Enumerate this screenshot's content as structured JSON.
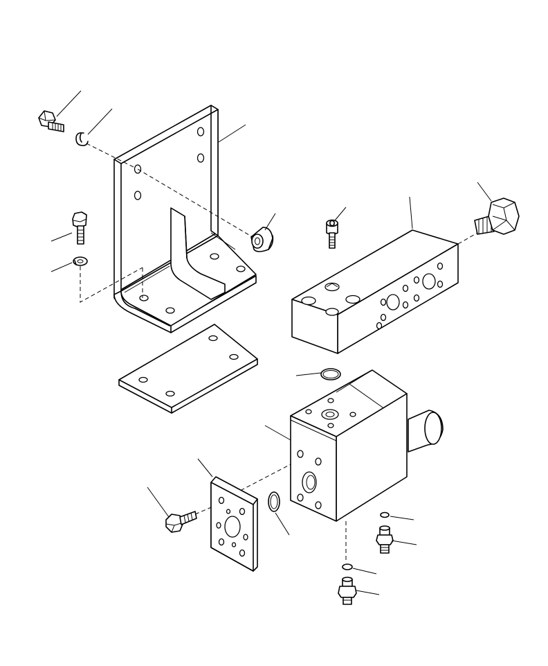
{
  "diagram": {
    "style": "exploded parts view, black line art on white",
    "stroke_color": "#000000",
    "background_color": "#ffffff",
    "parts": [
      {
        "name": "l-bracket",
        "icon": "l-bracket-icon"
      },
      {
        "name": "spacer-plate",
        "icon": "plate-icon"
      },
      {
        "name": "valve-manifold-block",
        "icon": "block-icon"
      },
      {
        "name": "hex-plug",
        "icon": "hex-bolt-icon"
      },
      {
        "name": "socket-head-screw",
        "icon": "socket-screw-icon"
      },
      {
        "name": "valve-body",
        "icon": "valve-body-icon"
      },
      {
        "name": "flange-plate",
        "icon": "flange-icon"
      },
      {
        "name": "flange-bolt",
        "icon": "bolt-icon"
      },
      {
        "name": "o-rings",
        "icon": "o-ring-icon"
      },
      {
        "name": "hose-fittings",
        "icon": "fitting-icon"
      },
      {
        "name": "bolts-and-lock-washers",
        "icon": "washer-icon"
      },
      {
        "name": "sleeve-spacer",
        "icon": "sleeve-icon"
      }
    ]
  }
}
